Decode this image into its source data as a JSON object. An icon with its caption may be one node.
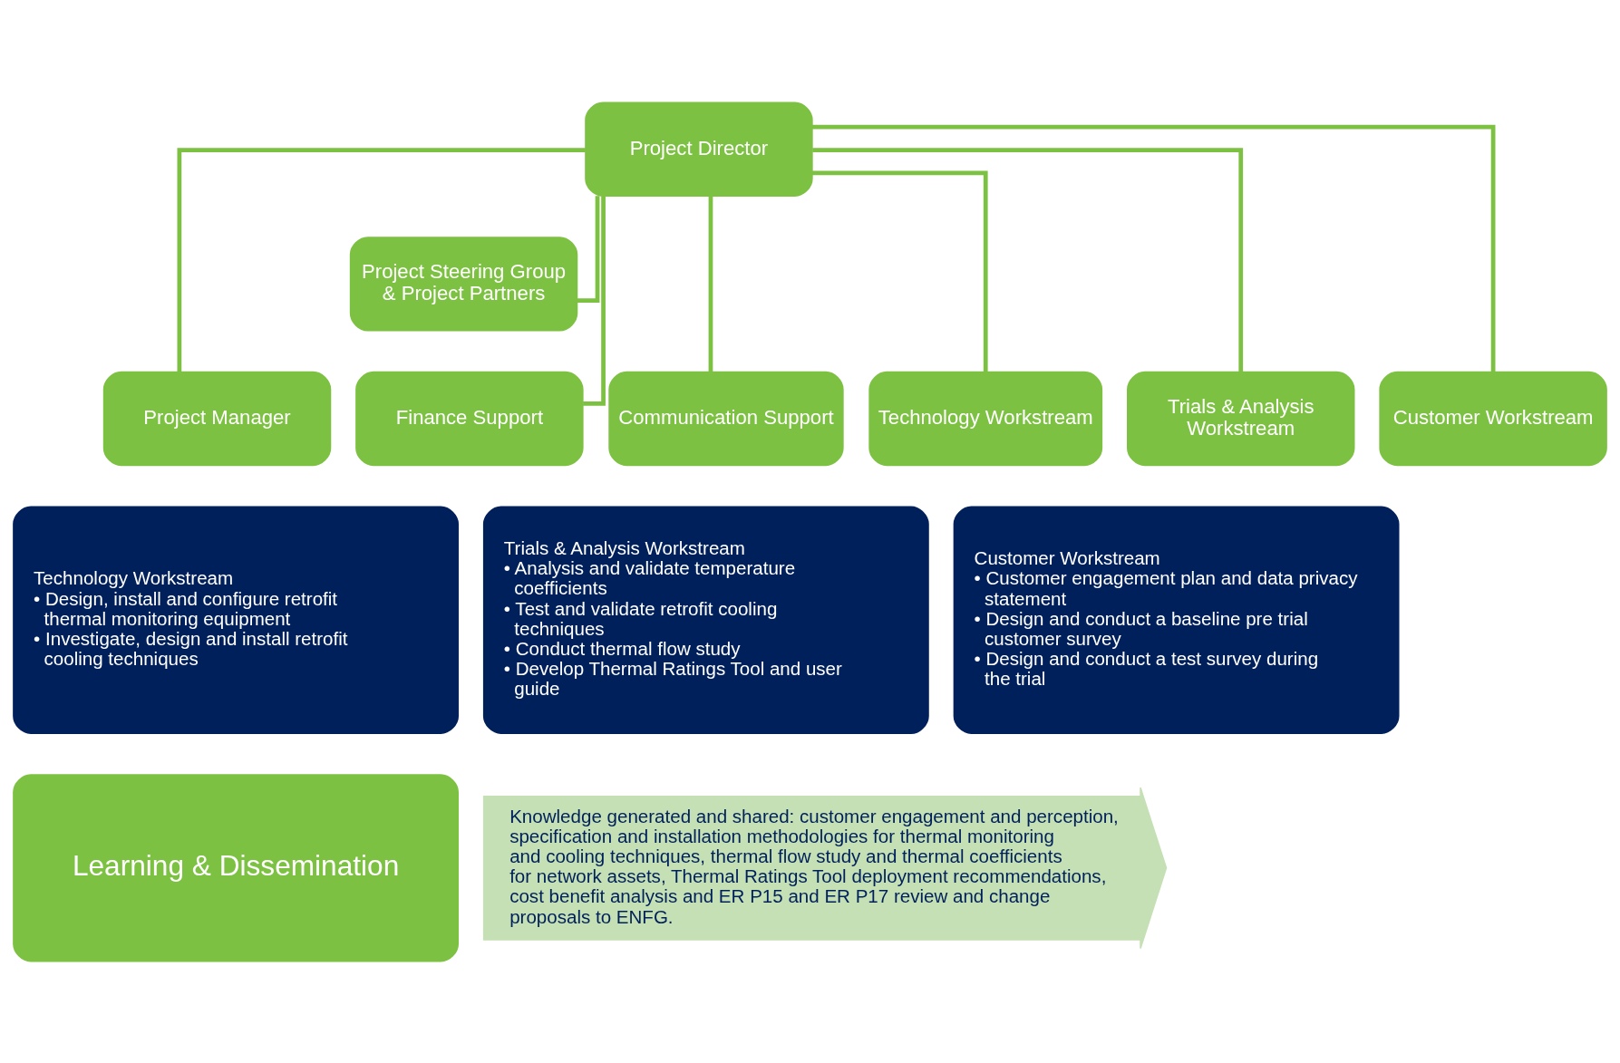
{
  "diagram": {
    "nodes": [
      {
        "text": [
          "Project Director"
        ]
      },
      {
        "text": [
          "Project Steering Group & Project Partners"
        ]
      },
      {
        "text": [
          "Project Manager"
        ]
      },
      {
        "text": [
          "Finance Support"
        ]
      },
      {
        "text": [
          "Communication Support"
        ]
      },
      {
        "text": [
          "Technology Workstream"
        ]
      },
      {
        "text": [
          "Trials & Analysis Workstream"
        ]
      },
      {
        "text": [
          "Customer Workstream"
        ]
      },
      {
        "text": [
          "Technology Workstream",
          "• Design, install and configure retrofit thermal monitoring equipment",
          "• Investigate, design and install retrofit cooling techniques"
        ]
      },
      {
        "text": [
          "Trials & Analysis Workstream",
          "• Analysis and validate temperature coefficients",
          "• Test and validate retrofit cooling techniques",
          "• Conduct thermal flow study",
          "• Develop Thermal Ratings Tool and user guide"
        ]
      },
      {
        "text": [
          "Customer Workstream",
          "• Customer engagement plan and data privacy statement",
          "• Design and conduct a baseline pre trial customer survey",
          "• Design and conduct a test survey during the trial"
        ]
      },
      {
        "text": [
          "Learning & Dissemination"
        ]
      },
      {
        "text": [
          "Knowledge generated and shared: customer engagement and perception, specification and installation methodologies for thermal monitoring and cooling techniques, thermal flow study and thermal coefficients for network assets, Thermal Ratings Tool deployment recommendations, cost benefit analysis and ER P15 and ER P17 review and change proposals to ENFG."
        ]
      }
    ],
    "edges": [
      {
        "from": 0,
        "to": 1,
        "arrow": "none"
      },
      {
        "from": 0,
        "to": 2,
        "arrow": "none"
      },
      {
        "from": 0,
        "to": 3,
        "arrow": "none"
      },
      {
        "from": 0,
        "to": 4,
        "arrow": "none"
      },
      {
        "from": 0,
        "to": 5,
        "arrow": "none"
      },
      {
        "from": 0,
        "to": 6,
        "arrow": "none"
      },
      {
        "from": 0,
        "to": 7,
        "arrow": "none"
      }
    ]
  }
}
